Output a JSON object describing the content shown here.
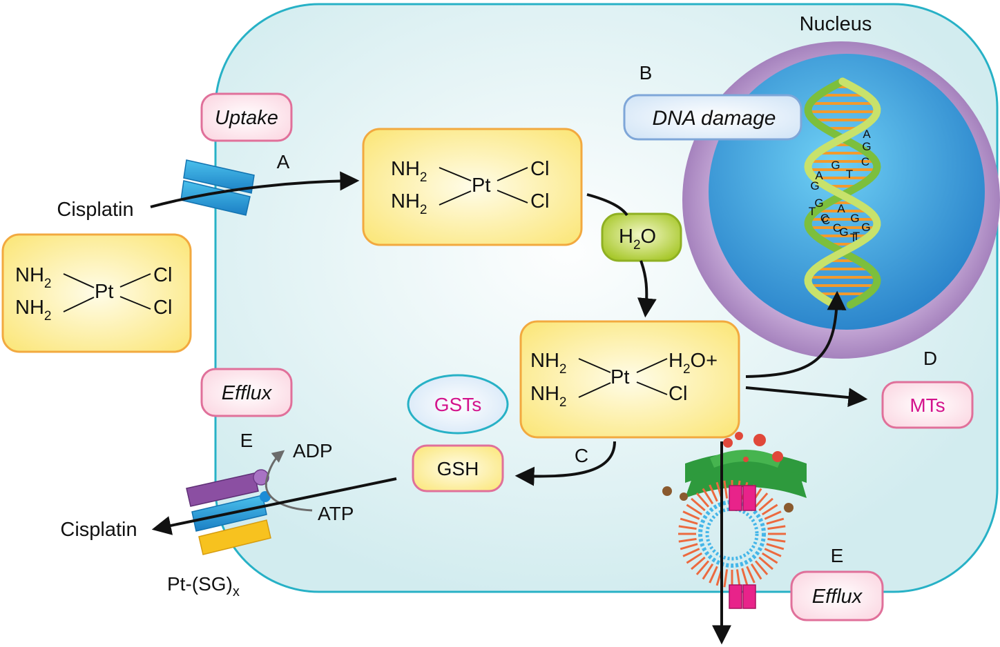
{
  "labels": {
    "nucleus": "Nucleus",
    "uptake": "Uptake",
    "efflux": "Efflux",
    "dna_damage": "DNA damage",
    "cisplatin": "Cisplatin",
    "water": "H",
    "water_sub": "2",
    "water_o": "O",
    "gsts": "GSTs",
    "gsh": "GSH",
    "mts": "MTs",
    "adp": "ADP",
    "atp": "ATP",
    "pt_sg": "Pt-(SG)",
    "pt_sg_sub": "x"
  },
  "steps": {
    "a": "A",
    "b": "B",
    "c": "C",
    "d": "D",
    "e": "E"
  },
  "molecule": {
    "nh": "NH",
    "sub2": "2",
    "pt": "Pt",
    "cl": "Cl",
    "aqua_h": "H",
    "aqua_o": "O+"
  },
  "dna_bases": [
    "A",
    "G",
    "C",
    "G",
    "A",
    "G",
    "T",
    "G",
    "T",
    "G",
    "T",
    "C",
    "A",
    "C",
    "G",
    "C",
    "G",
    "T"
  ],
  "colors": {
    "cell_fill": "#dff1f3",
    "cell_border": "#27b1c6",
    "box_fill": "#fdf0a6",
    "box_border": "#f2a93f",
    "pink_fill": "#fde6ec",
    "pink_border": "#e0709a",
    "magenta_text": "#d3138c",
    "nucleus_outer": "#b08fc5",
    "nucleus_inner": "#3b9fd9",
    "water_fill": "#c7de45"
  }
}
